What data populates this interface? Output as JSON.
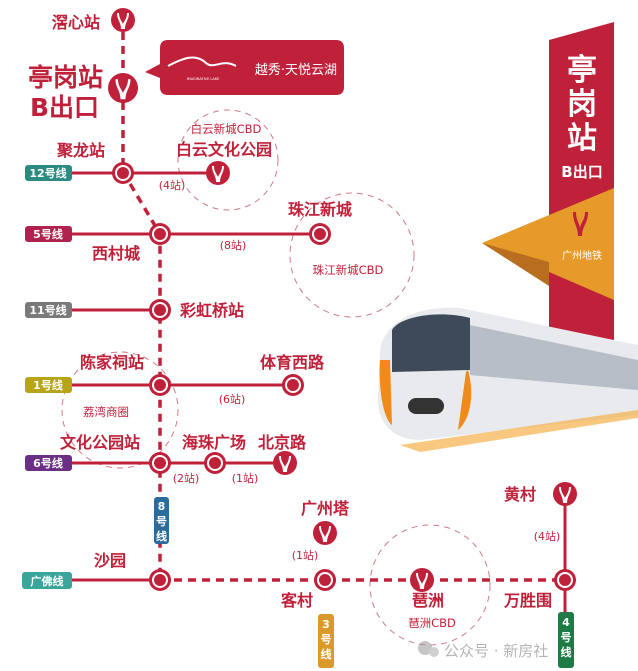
{
  "colors": {
    "metro_red": "#c0213a",
    "accent_orange": "#e69a2a"
  },
  "banner": {
    "brand": "越秀·天悦云湖",
    "logo_caption": "IMAGINATIVE LAKE"
  },
  "right_sign": {
    "chars": [
      "亭",
      "岗",
      "站"
    ],
    "exit": "B出口",
    "operator": "广州地铁"
  },
  "main_station": {
    "line1": "亭岗站",
    "line2": "B出口"
  },
  "lines": {
    "l12": "12号线",
    "l5": "5号线",
    "l11": "11号线",
    "l1": "1号线",
    "l6": "6号线",
    "l8": [
      "8",
      "号",
      "线"
    ],
    "gf": "广佛线",
    "l3": [
      "3",
      "号",
      "线"
    ],
    "l4": [
      "4",
      "号",
      "线"
    ]
  },
  "stations": {
    "jiaoxin": "滘心站",
    "julong": "聚龙站",
    "baiyun_park": "白云文化公园",
    "xicuncheng": "西村城",
    "zhujiang": "珠江新城",
    "caihongqiao": "彩虹桥站",
    "chenjiaci": "陈家祠站",
    "tiyuxi": "体育西路",
    "wenhuapark": "文化公园站",
    "haizhu": "海珠广场",
    "beijinglu": "北京路",
    "shayuan": "沙园",
    "guangzhouta": "广州塔",
    "kecun": "客村",
    "pazhou": "琶洲",
    "wanshengwei": "万胜围",
    "huangcun": "黄村"
  },
  "districts": {
    "baiyun_cbd": "白云新城CBD",
    "zhujiang_cbd": "珠江新城CBD",
    "liwan": "荔湾商圈",
    "pazhou_cbd": "琶洲CBD"
  },
  "counts": {
    "c12": "(4站)",
    "c5": "(8站)",
    "c1": "(6站)",
    "c6a": "(2站)",
    "c6b": "(1站)",
    "c3": "(1站)",
    "c4": "(4站)"
  },
  "watermark": "公众号 · 新房社"
}
